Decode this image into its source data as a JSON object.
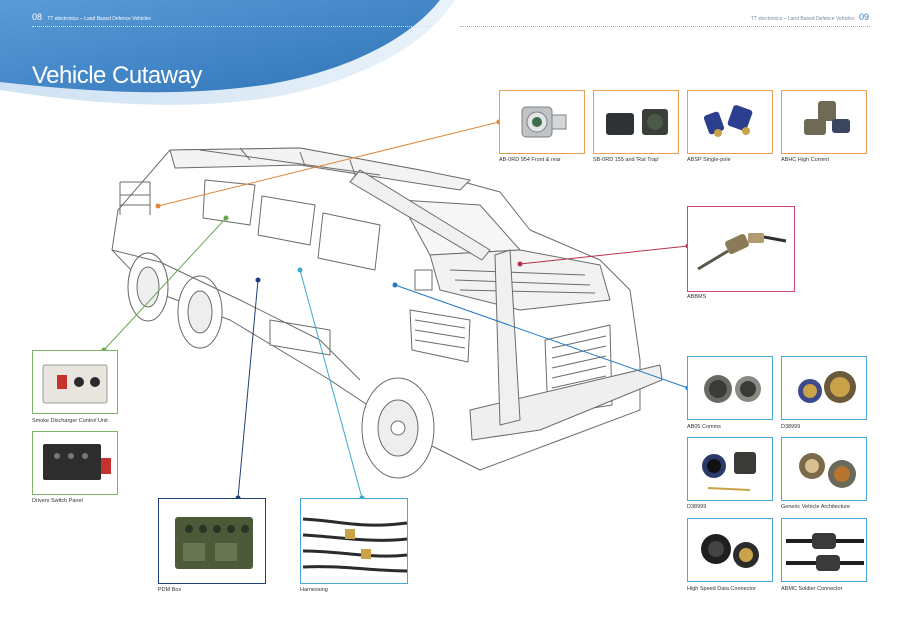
{
  "header": {
    "left_page": "08",
    "left_text": "TT electronics – Land Based Defence Vehicles",
    "right_text": "TT electronics – Land Based Defence Vehicles",
    "right_page": "09"
  },
  "title": "Vehicle Cutaway",
  "colors": {
    "header_blue": "#3f86c9",
    "orange": "#e0883a",
    "crimson": "#b8324e",
    "green": "#6aa84f",
    "navy": "#1f3f7a",
    "cyan": "#3fa6d2"
  },
  "products": {
    "ab_0rd_954": "AB-0RD 954 Front & rear",
    "sb_0rd_155": "SB-0RD 155 and 'Rat Trap'",
    "absp": "ABSP Single-pole",
    "abhc": "ABHC High Current",
    "abbms": "ABBMS",
    "smoke": "Smoke Discharger Control Unit",
    "drivers": "Drivers Switch Panel",
    "pdm": "PDM Box",
    "harnessing": "Harnessing",
    "ab05": "AB05 Comms",
    "d38999_a": "D38999",
    "d38999_b": "D38999",
    "generic": "Generic Vehicle Architecture",
    "high_speed": "High Speed Data Connector",
    "abmc": "ABMC Soldier Connector"
  }
}
